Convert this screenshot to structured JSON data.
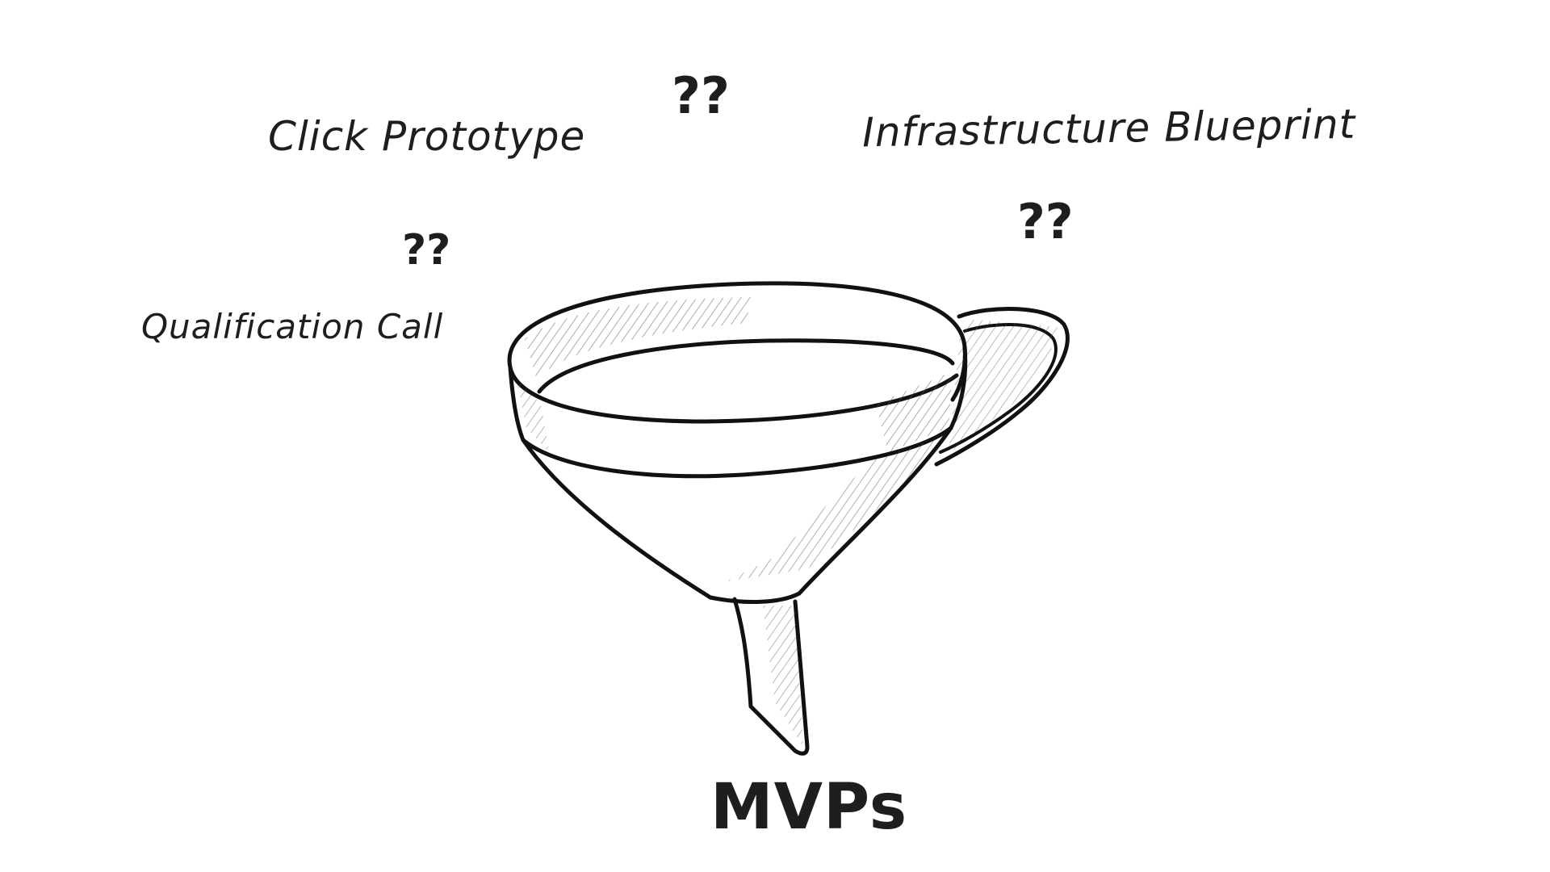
{
  "canvas": {
    "background": "#ffffff",
    "ink": "#1e1e1e"
  },
  "labels": {
    "click_prototype": "Click Prototype",
    "infrastructure_blueprint": "Infrastructure Blueprint",
    "qualification_call": "Qualification Call",
    "mvps": "MVPs"
  },
  "unknowns": [
    {
      "text": "??"
    },
    {
      "text": "??"
    },
    {
      "text": "??"
    }
  ],
  "illustration": {
    "icon": "funnel-icon"
  }
}
